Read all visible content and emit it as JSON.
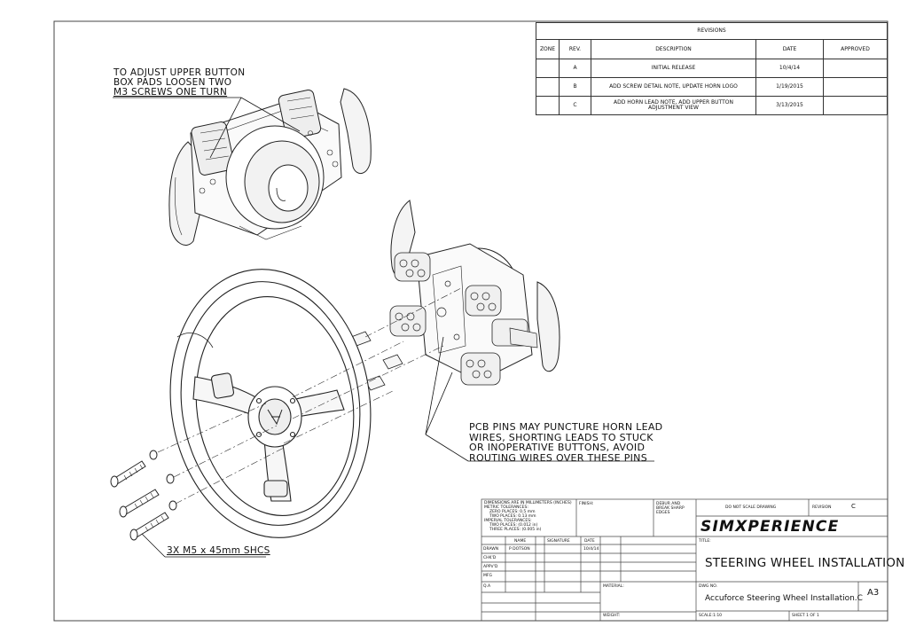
{
  "notes": {
    "upper_button": [
      "TO ADJUST UPPER BUTTON",
      "BOX PADS LOOSEN TWO",
      "M3 SCREWS ONE TURN"
    ],
    "pcb_pins": [
      "PCB PINS MAY PUNCTURE HORN LEAD",
      "WIRES, SHORTING LEADS TO  STUCK",
      "OR INOPERATIVE BUTTONS, AVOID",
      "ROUTING WIRES OVER THESE PINS"
    ],
    "screws": "3X M5 x 45mm SHCS"
  },
  "revisions": {
    "title": "REVISIONS",
    "headers": [
      "ZONE",
      "REV.",
      "DESCRIPTION",
      "DATE",
      "APPROVED"
    ],
    "rows": [
      {
        "zone": "",
        "rev": "A",
        "description": "INITIAL RELEASE",
        "date": "10/4/14",
        "approved": ""
      },
      {
        "zone": "",
        "rev": "B",
        "description": "ADD SCREW DETAIL NOTE, UPDATE HORN LOGO",
        "date": "1/19/2015",
        "approved": ""
      },
      {
        "zone": "",
        "rev": "C",
        "description": "ADD HORN LEAD NOTE, ADD UPPER BUTTON ADJUSTMENT VIEW",
        "date": "3/13/2015",
        "approved": ""
      }
    ]
  },
  "title_block": {
    "dimensions": [
      "DIMENSIONS ARE IN MILLIMETERS (INCHES)",
      "METRIC TOLERANCES:",
      "ZERO PLACES: 0.5 mm",
      "TWO PLACES: 0.13 mm",
      "IMPERIAL TOLERANCES:",
      "TWO PLACES: (0.012 in)",
      "THREE PLACES: (0.005 in)"
    ],
    "finish": "FINISH:",
    "deburr": [
      "DEBUR AND",
      "BREAK SHARP",
      "EDGES"
    ],
    "no_scale": "DO NOT SCALE DRAWING",
    "revision_label": "REVISION",
    "revision_value": "C",
    "logo": "SIMXPERIENCE",
    "title_label": "TITLE:",
    "title": "STEERING WHEEL INSTALLATION",
    "col_name": "NAME",
    "col_signature": "SIGNATURE",
    "col_date": "DATE",
    "rows": [
      "DRAWN",
      "CHK'D",
      "APPV'D",
      "MFG",
      "Q.A"
    ],
    "drawn_name": "P DOTSON",
    "drawn_date": "10/4/14",
    "material": "MATERIAL:",
    "dwg_label": "DWG NO.",
    "dwg_no": "Accuforce Steering Wheel Installation.C",
    "size": "A3",
    "weight": "WEIGHT:",
    "scale": "SCALE:1:10",
    "sheet": "SHEET 1 OF 1"
  }
}
